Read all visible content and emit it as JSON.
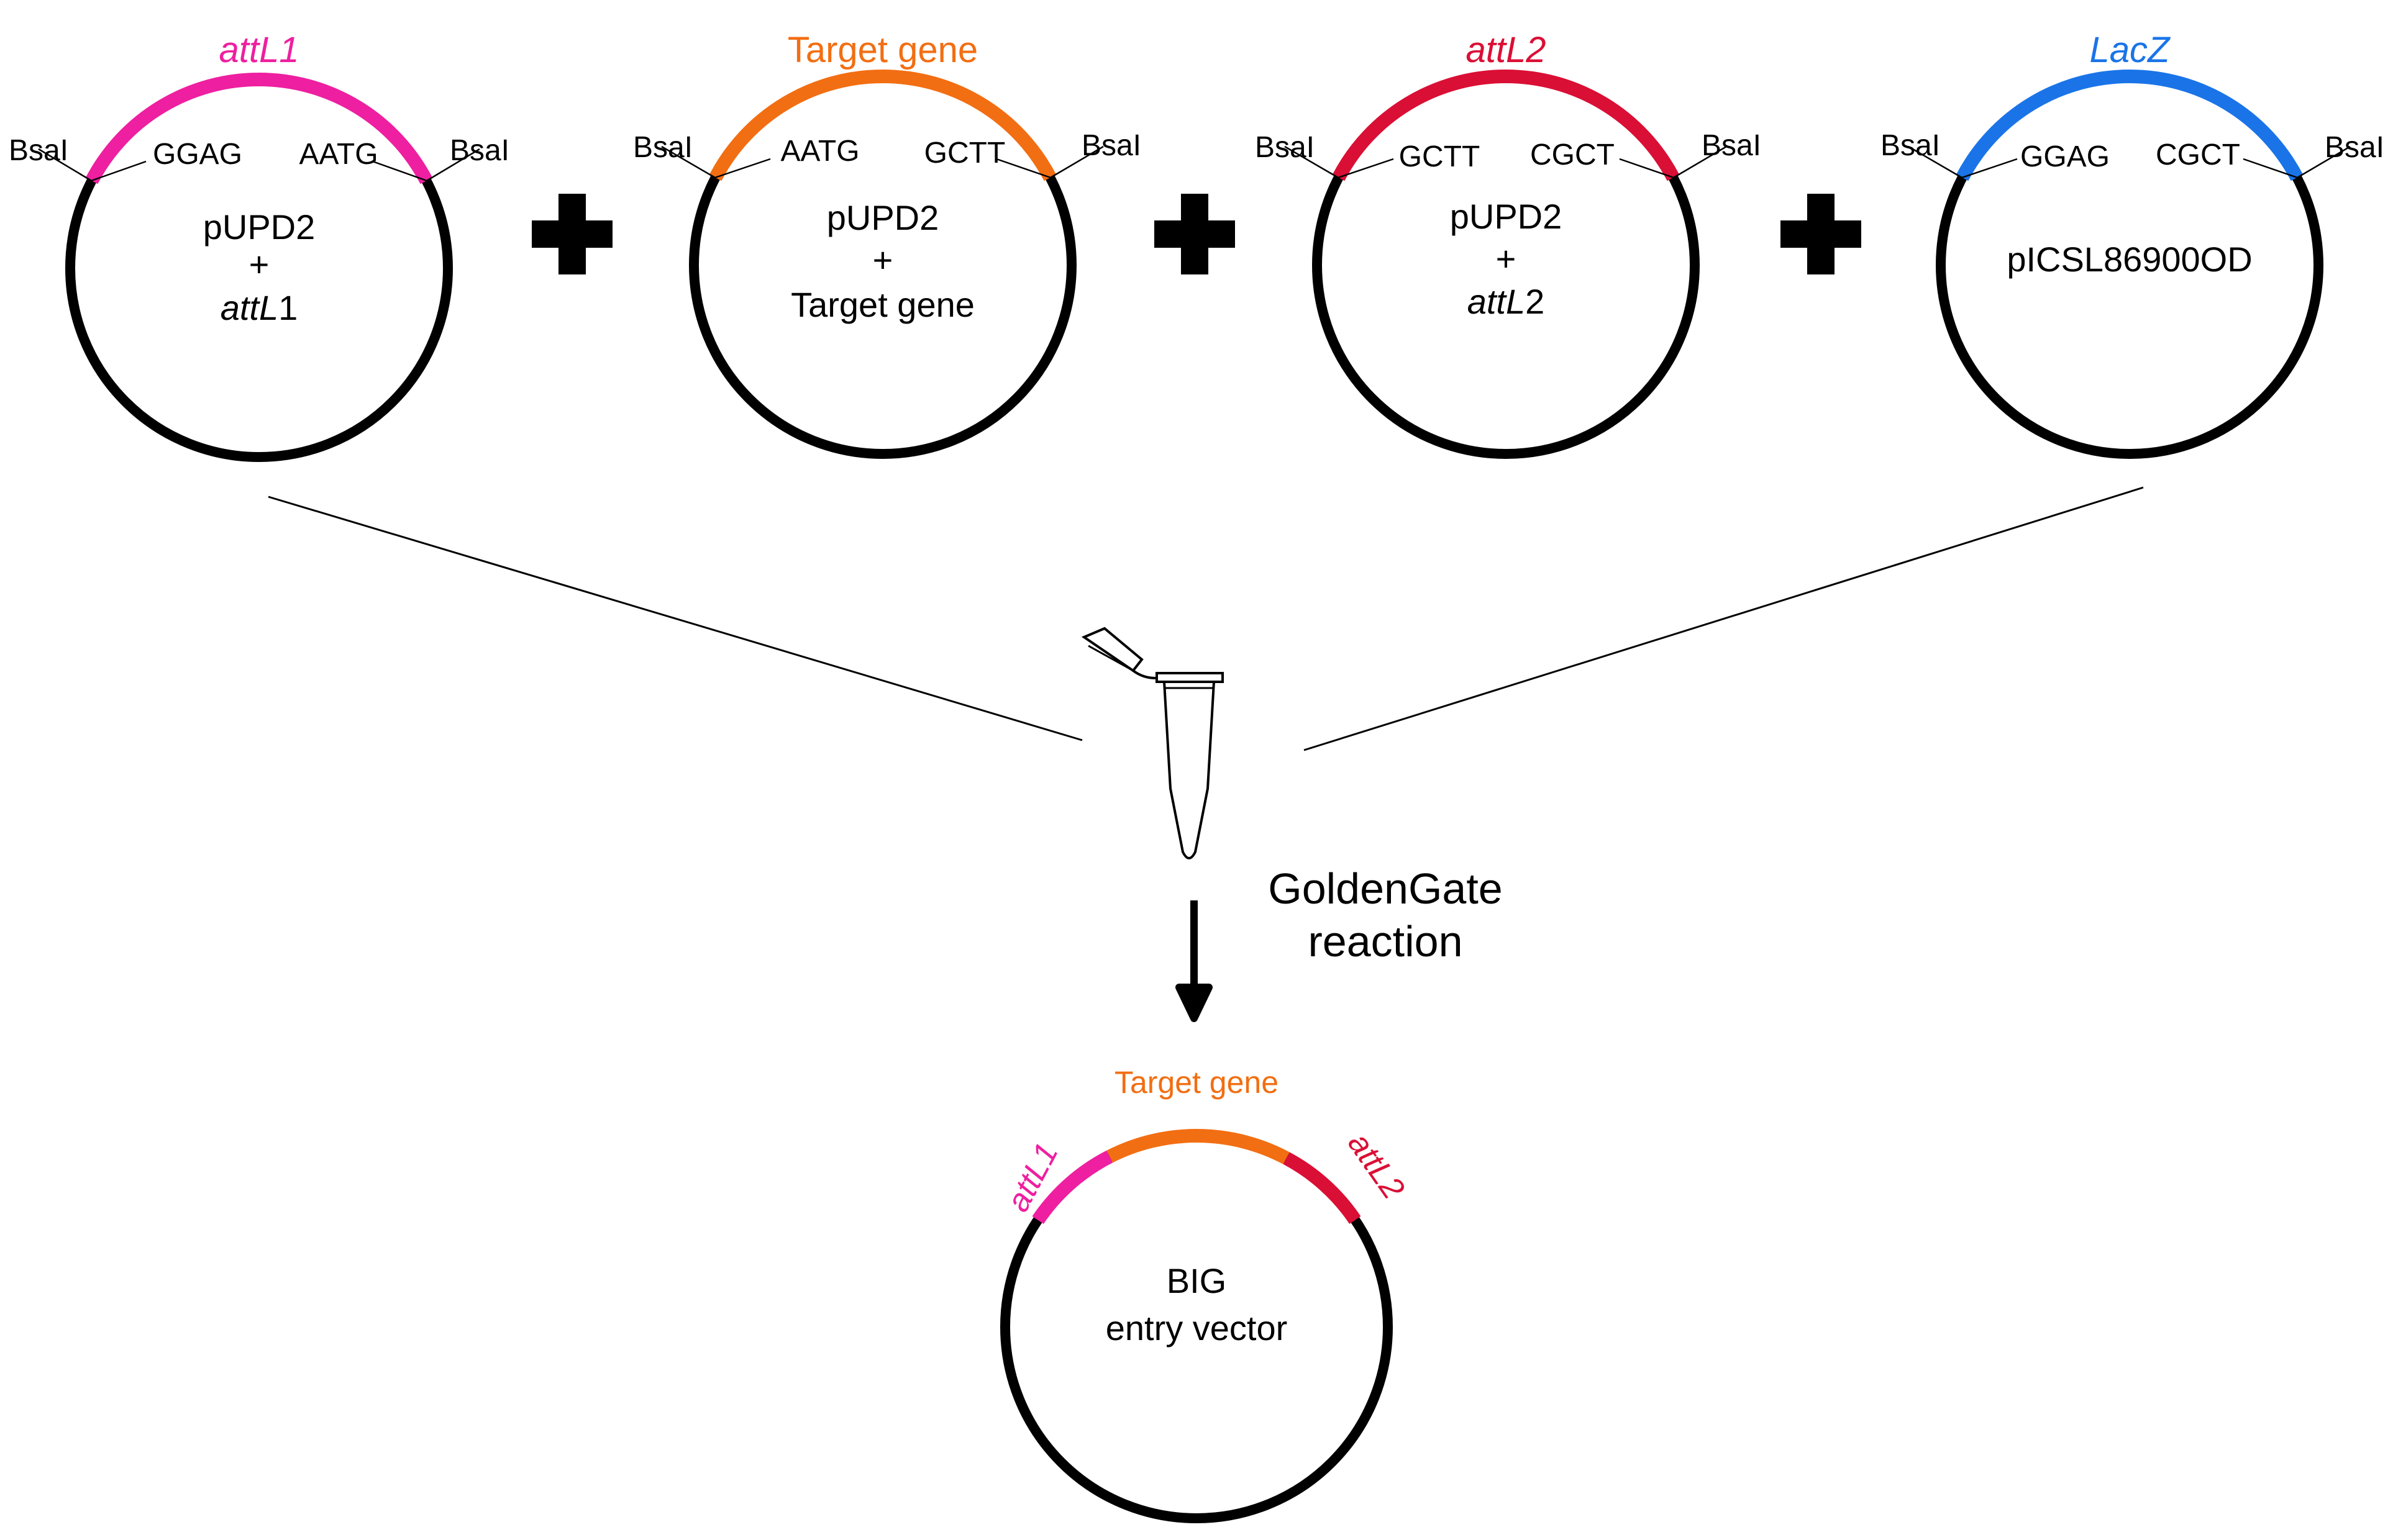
{
  "colors": {
    "attL1": "#ee1fa0",
    "target": "#f26e12",
    "attL2": "#da0f35",
    "lacz": "#1a74e8",
    "backbone": "#000000"
  },
  "plasmids": [
    {
      "id": "p1",
      "segment_label": "attL1",
      "segment_italic": true,
      "segment_color": "#ee1fa0",
      "center_line1": "pUPD2",
      "center_line2": "+",
      "center_line3_italic": "attL",
      "center_line3_plain": "1",
      "left_site": "BsaI",
      "right_site": "BsaI",
      "left_overhang": "GGAG",
      "right_overhang": "AATG"
    },
    {
      "id": "p2",
      "segment_label": "Target gene",
      "segment_italic": false,
      "segment_color": "#f26e12",
      "center_line1": "pUPD2",
      "center_line2": "+",
      "center_line3_italic": "",
      "center_line3_plain": "Target gene",
      "left_site": "BsaI",
      "right_site": "BsaI",
      "left_overhang": "AATG",
      "right_overhang": "GCTT"
    },
    {
      "id": "p3",
      "segment_label": "attL2",
      "segment_italic": true,
      "segment_color": "#da0f35",
      "center_line1": "pUPD2",
      "center_line2": "+",
      "center_line3_italic": "attL",
      "center_line3_plain": "2",
      "left_site": "BsaI",
      "right_site": "BsaI",
      "left_overhang": "GCTT",
      "right_overhang": "CGCT"
    },
    {
      "id": "p4",
      "segment_label": "LacZ",
      "segment_italic": true,
      "segment_color": "#1a74e8",
      "center_single": "pICSL86900OD",
      "left_site": "BsaI",
      "right_site": "BsaI",
      "left_overhang": "GGAG",
      "right_overhang": "CGCT"
    }
  ],
  "reaction": {
    "line1": "GoldenGate",
    "line2": "reaction"
  },
  "product": {
    "center_line1": "BIG",
    "center_line2": "entry vector",
    "segments": [
      {
        "label": "attL1",
        "italic": true,
        "color": "#ee1fa0"
      },
      {
        "label": "Target gene",
        "italic": false,
        "color": "#f26e12"
      },
      {
        "label": "attL2",
        "italic": true,
        "color": "#da0f35"
      }
    ]
  },
  "icons": {
    "plus": "plus-icon",
    "tube": "microcentrifuge-tube-icon",
    "arrow": "down-arrow-icon"
  }
}
